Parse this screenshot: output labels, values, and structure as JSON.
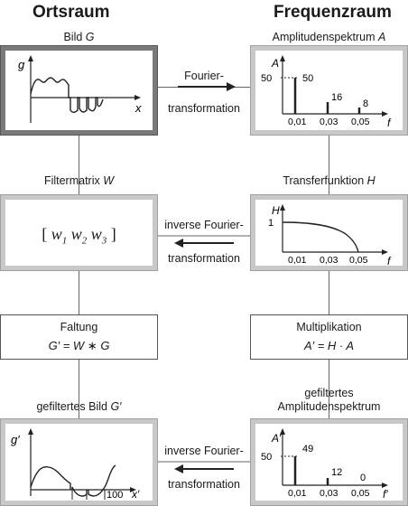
{
  "headers": {
    "left": "Ortsraum",
    "right": "Frequenzraum"
  },
  "row1": {
    "left_caption": "Bild",
    "left_caption_var": "G",
    "right_caption": "Amplitudenspektrum",
    "right_caption_var": "A",
    "arrow_label_1": "Fourier-",
    "arrow_label_2": "transformation",
    "left_plot": {
      "y_label": "g",
      "x_label": "x"
    },
    "right_plot": {
      "y_label": "A",
      "x_label": "f",
      "y_tick": "50",
      "x_ticks": [
        "0,01",
        "0,03",
        "0,05"
      ],
      "peak_labels": [
        "50",
        "16",
        "8"
      ]
    }
  },
  "row2": {
    "left_caption": "Filtermatrix",
    "left_caption_var": "W",
    "right_caption": "Transferfunktion",
    "right_caption_var": "H",
    "matrix_open": "[",
    "matrix_close": "]",
    "matrix_w": "w",
    "matrix_subs": [
      "1",
      "2",
      "3"
    ],
    "arrow_label_1": "inverse Fourier-",
    "arrow_label_2": "transformation",
    "right_plot": {
      "y_label": "H",
      "x_label": "f",
      "y_tick": "1",
      "x_ticks": [
        "0,01",
        "0,03",
        "0,05"
      ]
    }
  },
  "row3": {
    "left_title": "Faltung",
    "left_formula": "G′ = W ∗ G",
    "right_title": "Multiplikation",
    "right_formula": "A′ = H · A"
  },
  "row4": {
    "left_caption": "gefiltertes Bild",
    "left_caption_var": "G′",
    "right_caption_1": "gefiltertes",
    "right_caption_2": "Amplitudenspektrum",
    "arrow_label_1": "inverse Fourier-",
    "arrow_label_2": "transformation",
    "left_plot": {
      "y_label": "g′",
      "x_label": "x′",
      "x_tick": "100"
    },
    "right_plot": {
      "y_label": "A′",
      "x_label": "f′",
      "y_tick": "50",
      "x_ticks": [
        "0,01",
        "0,03",
        "0,05"
      ],
      "peak_labels": [
        "49",
        "12",
        "0"
      ]
    }
  }
}
